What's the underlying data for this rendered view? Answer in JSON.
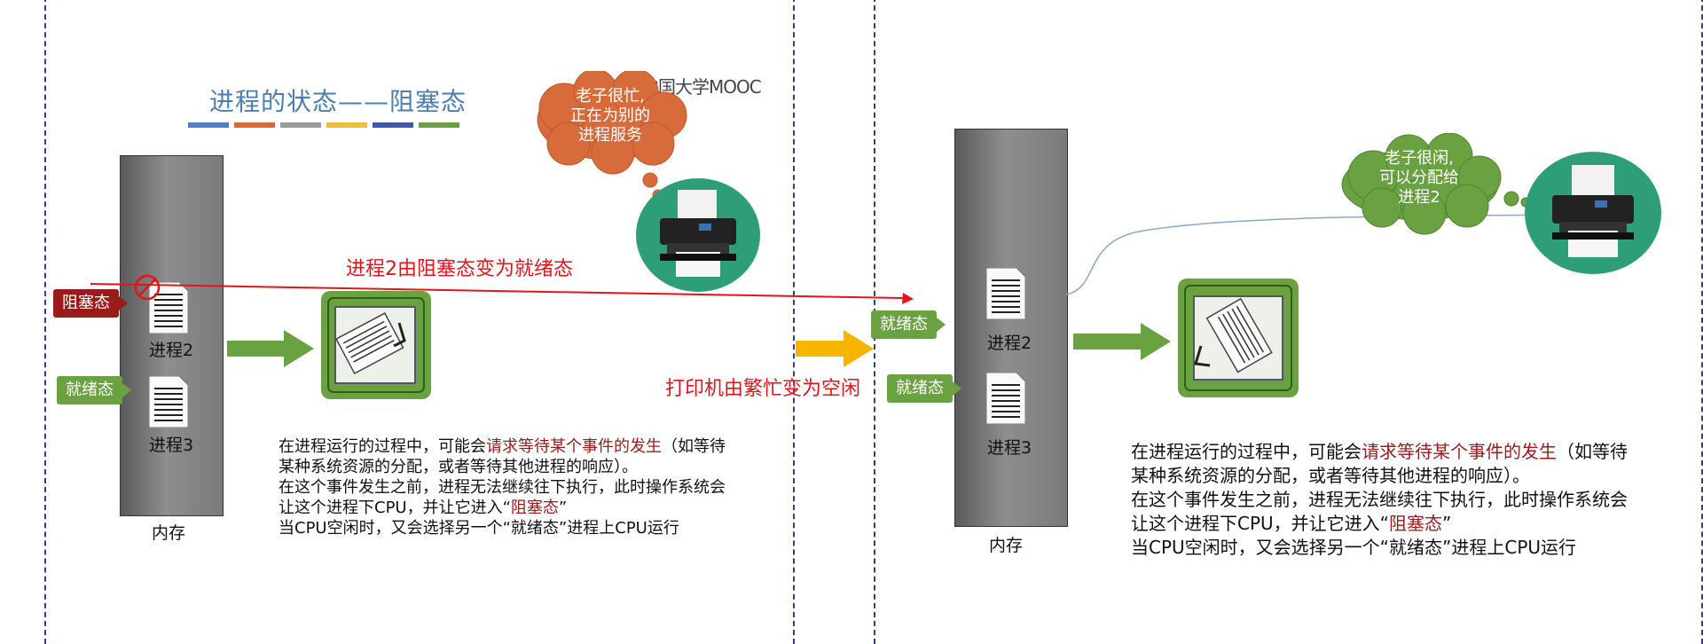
{
  "title": "进程的状态——阻塞态",
  "watermark": "中国大学MOOC",
  "colors": {
    "title_bars": [
      "#4a82c4",
      "#d86b3c",
      "#9b9b9b",
      "#f2bd3a",
      "#3d5aa6",
      "#6aa141"
    ],
    "blocked": "#9b1a1a",
    "ready": "#6aa141",
    "arrow_green": "#6aa141",
    "arrow_yellow": "#f7b500",
    "red": "#e3141a",
    "busy_cloud": "#d86b3c",
    "idle_cloud": "#6aa141",
    "printer_circle": "#2e9e78"
  },
  "left": {
    "cloud_lines": [
      "老子很忙,",
      "正在为别的",
      "进程服务"
    ],
    "memory_label": "内存",
    "tag_blocked": "阻塞态",
    "tag_ready": "就绪态",
    "proc2": "进程2",
    "proc3": "进程3",
    "cpu_icon": "cpu-chip-icon",
    "printer_icon": "printer-icon"
  },
  "right": {
    "cloud_lines": [
      "老子很闲,",
      "可以分配给",
      "进程2"
    ],
    "memory_label": "内存",
    "tag_ready_1": "就绪态",
    "tag_ready_2": "就绪态",
    "proc2": "进程2",
    "proc3": "进程3"
  },
  "transition_text": "进程2由阻塞态变为就绪态",
  "printer_transition_text": "打印机由繁忙变为空闲",
  "description": {
    "line1_pre": "在进程运行的过程中，可能会",
    "line1_hl": "请求等待某个事件的发生",
    "line1_post": "（如等待",
    "line2": "某种系统资源的分配，或者等待其他进程的响应）。",
    "line3": "在这个事件发生之前，进程无法继续往下执行，此时操作系统会",
    "line4_pre": "让这个进程下CPU，并让它进入“",
    "line4_hl": "阻塞态",
    "line4_post": "”",
    "line5": "当CPU空闲时，又会选择另一个“就绪态”进程上CPU运行"
  }
}
